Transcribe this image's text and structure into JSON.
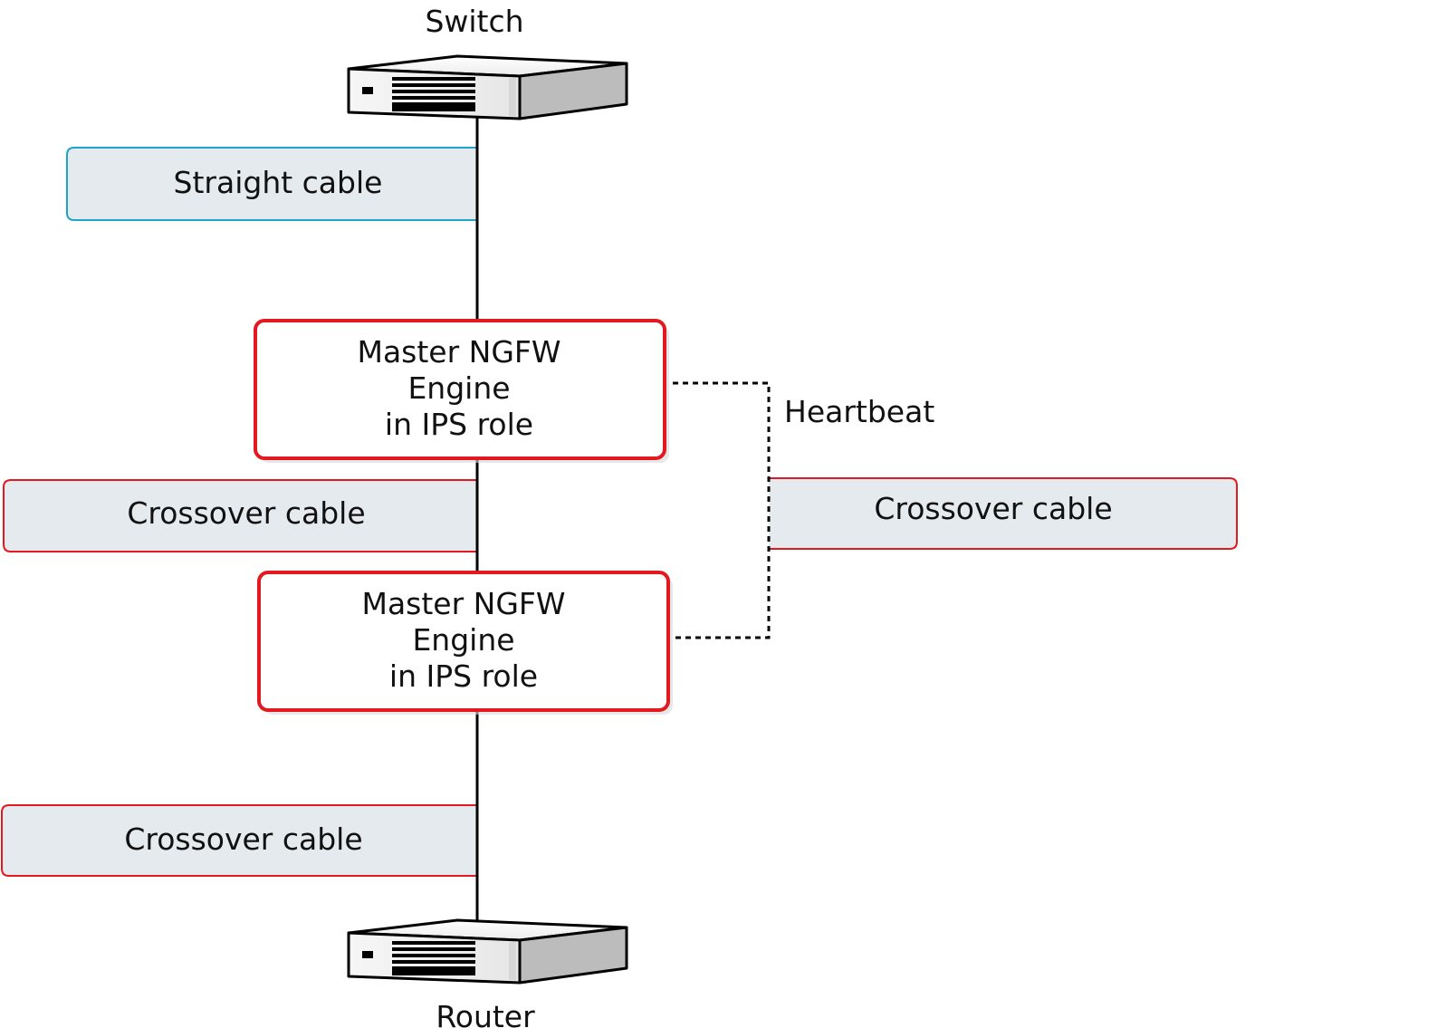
{
  "devices": {
    "switch_label": "Switch",
    "router_label": "Router"
  },
  "cables": {
    "top_left": "Straight cable",
    "middle_left": "Crossover cable",
    "bottom_left": "Crossover cable",
    "right": "Crossover cable"
  },
  "engines": {
    "upper": {
      "line1": "Master NGFW",
      "line2": "Engine",
      "line3": "in IPS role"
    },
    "lower": {
      "line1": "Master NGFW",
      "line2": "Engine",
      "line3": "in IPS role"
    }
  },
  "heartbeat_label": "Heartbeat",
  "colors": {
    "engine_border": "#e2191f",
    "crossover_border": "#e2191f",
    "straight_border": "#1fa3c9",
    "cable_fill": "#e4eaed",
    "line": "#000000"
  }
}
